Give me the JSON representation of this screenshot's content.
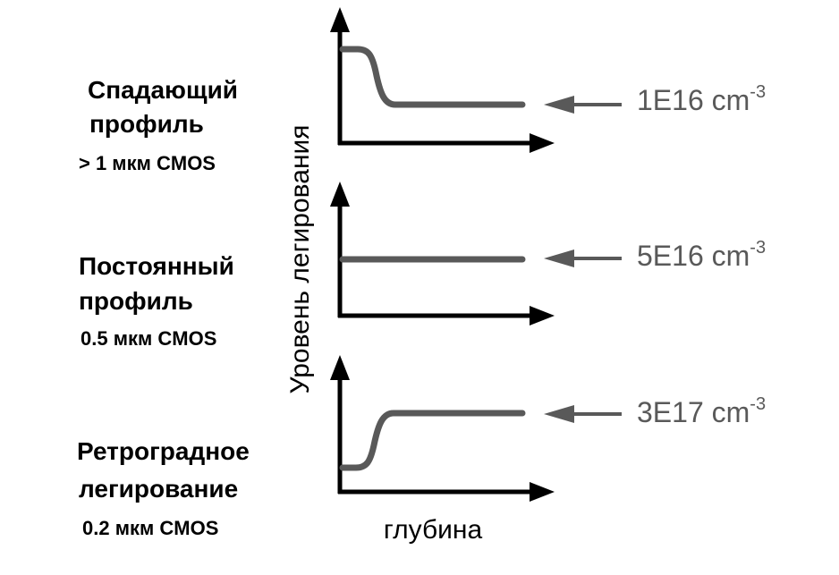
{
  "axes": {
    "y_label": "Уровень легирования",
    "x_label": "глубина"
  },
  "colors": {
    "axis": "#000000",
    "curve": "#595959",
    "text": "#000000",
    "concentration_text": "#595959"
  },
  "profiles": [
    {
      "name_line1": "Спадающий",
      "name_line2": "профиль",
      "tech": "> 1 мкм CMOS",
      "shape": "falling",
      "concentration_mantissa": "1E16 cm",
      "concentration_exponent": "-3"
    },
    {
      "name_line1": "Постоянный",
      "name_line2": "профиль",
      "tech": "0.5 мкм CMOS",
      "shape": "constant",
      "concentration_mantissa": "5E16 cm",
      "concentration_exponent": "-3"
    },
    {
      "name_line1": "Ретроградное",
      "name_line2": "легирование",
      "tech": "0.2 мкм CMOS",
      "shape": "retrograde",
      "concentration_mantissa": "3E17 cm",
      "concentration_exponent": "-3"
    }
  ]
}
